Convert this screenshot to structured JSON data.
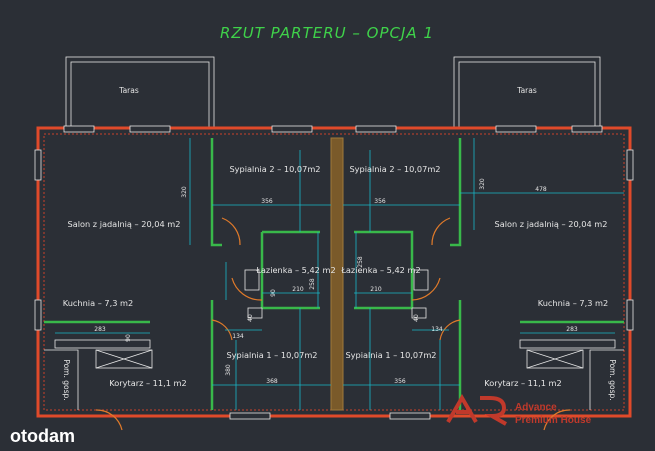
{
  "title": "RZUT PARTERU – OPCJA 1",
  "rooms": {
    "taras_left": "Taras",
    "taras_right": "Taras",
    "sypialnia2_left": "Sypialnia 2 – 10,07m2",
    "sypialnia2_right": "Sypialnia 2 – 10,07m2",
    "salon_left": "Salon z jadalnią – 20,04 m2",
    "salon_right": "Salon z jadalnią – 20,04 m2",
    "lazienka_left": "Łazienka – 5,42 m2",
    "lazienka_right": "Łazienka – 5,42 m2",
    "kuchnia_left": "Kuchnia – 7,3 m2",
    "kuchnia_right": "Kuchnia – 7,3 m2",
    "sypialnia1_left": "Sypialnia 1 – 10,07m2",
    "sypialnia1_right": "Sypialnia 1 – 10,07m2",
    "pom_gosp_left": "Pom. gosp.",
    "pom_gosp_right": "Pom. gosp.",
    "korytarz_left": "Korytarz – 11,1 m2",
    "korytarz_right": "Korytarz – 11,1 m2"
  },
  "dims": {
    "d356a": "356",
    "d356b": "356",
    "d478": "478",
    "d320a": "320",
    "d320b": "320",
    "d283a": "283",
    "d283b": "283",
    "d210a": "210",
    "d210b": "210",
    "d368": "368",
    "d356c": "356",
    "d134a": "134",
    "d134b": "134",
    "d258a": "258",
    "d258b": "258",
    "d380": "380",
    "d90a": "90",
    "d90b": "90",
    "d40a": "40",
    "d40b": "40"
  },
  "watermark": {
    "site": "otodam",
    "brand_line1": "Advance",
    "brand_line2": "Premium House"
  }
}
